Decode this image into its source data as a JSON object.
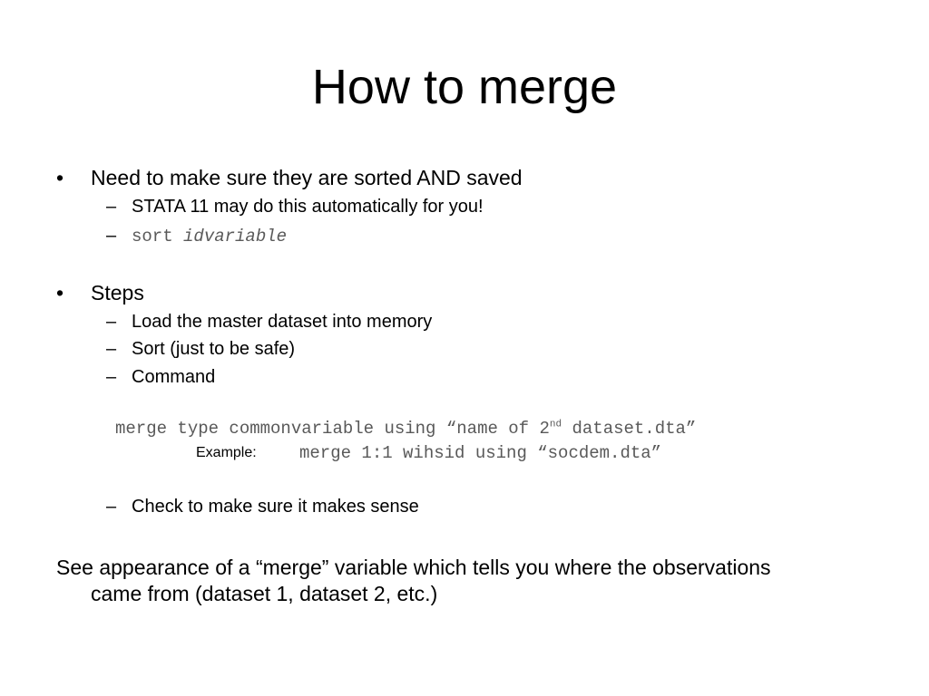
{
  "slide": {
    "title": "How to merge",
    "bullet_glyph": "•",
    "dash_glyph": "–",
    "b1": {
      "text": "Need to make sure they are sorted AND saved",
      "sub1": "STATA 11 may do this automatically for you!",
      "sub2_cmd": "sort ",
      "sub2_arg": "idvariable"
    },
    "b2": {
      "text": "Steps",
      "sub1": "Load the master dataset into memory",
      "sub2": "Sort (just to be safe)",
      "sub3": "Command"
    },
    "command": {
      "part1": "merge type commonvariable using “name of 2",
      "sup": "nd",
      "part2": " dataset.dta”"
    },
    "example": {
      "label": "Example:",
      "code": "merge 1:1 wihsid using “socdem.dta”"
    },
    "check": "Check to make sure it makes sense",
    "footer": {
      "line1": "See appearance of a “merge” variable which tells you where the observations",
      "line2": "came from (dataset 1, dataset 2, etc.)"
    }
  }
}
